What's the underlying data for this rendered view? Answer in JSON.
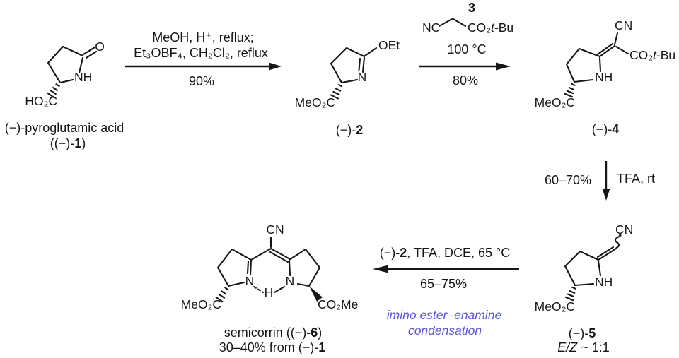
{
  "colors": {
    "background": "#ffffff",
    "ink": "#161616",
    "annotation": "#5b56d6"
  },
  "compound1": {
    "o": "O",
    "nh": "NH",
    "acid": "HO₂C",
    "name": "(−)-pyroglutamic acid",
    "id_pre": "((−)-",
    "id_num": "1",
    "id_post": ")"
  },
  "step1": {
    "conditions1": "MeOH, H⁺, reflux;",
    "conditions2": "Et₃OBF₄, CH₂Cl₂, reflux",
    "yield": "90%"
  },
  "compound2": {
    "oet": "OEt",
    "n": "N",
    "ester": "MeO₂C",
    "id_pre": "(−)-",
    "id_num": "2"
  },
  "reagent3": {
    "number": "3",
    "nitrile": "NC",
    "ester_pre": "CO₂",
    "ester_italic": "t",
    "ester_post": "-Bu"
  },
  "step2": {
    "temperature": "100 °C",
    "yield": "80%"
  },
  "compound4": {
    "cn": "CN",
    "ester_pre": "CO₂",
    "ester_italic": "t",
    "ester_post": "-Bu",
    "nh": "NH",
    "ester_me": "MeO₂C",
    "id_pre": "(−)-",
    "id_num": "4"
  },
  "step3": {
    "yield": "60–70%",
    "conditions": "TFA, rt"
  },
  "compound5": {
    "cn": "CN",
    "nh": "NH",
    "ester_me": "MeO₂C",
    "id_pre": "(−)-",
    "id_num": "5",
    "ratio_italic": "E/Z",
    "ratio_post": " ~ 1:1"
  },
  "step4": {
    "cond_pre": "(−)-",
    "cond_num": "2",
    "cond_post": ", TFA, DCE, 65 °C",
    "yield": "65–75%",
    "annotation1": "imino ester–enamine",
    "annotation2": "condensation"
  },
  "compound6": {
    "cn": "CN",
    "n_left": "N",
    "h": "H",
    "n_right": "N",
    "ester_left": "MeO₂C",
    "ester_right": "CO₂Me",
    "name_pre": "semicorrin ((−)-",
    "name_num": "6",
    "name_post": ")",
    "yield_pre": "30–40% from (−)-",
    "yield_num": "1"
  }
}
